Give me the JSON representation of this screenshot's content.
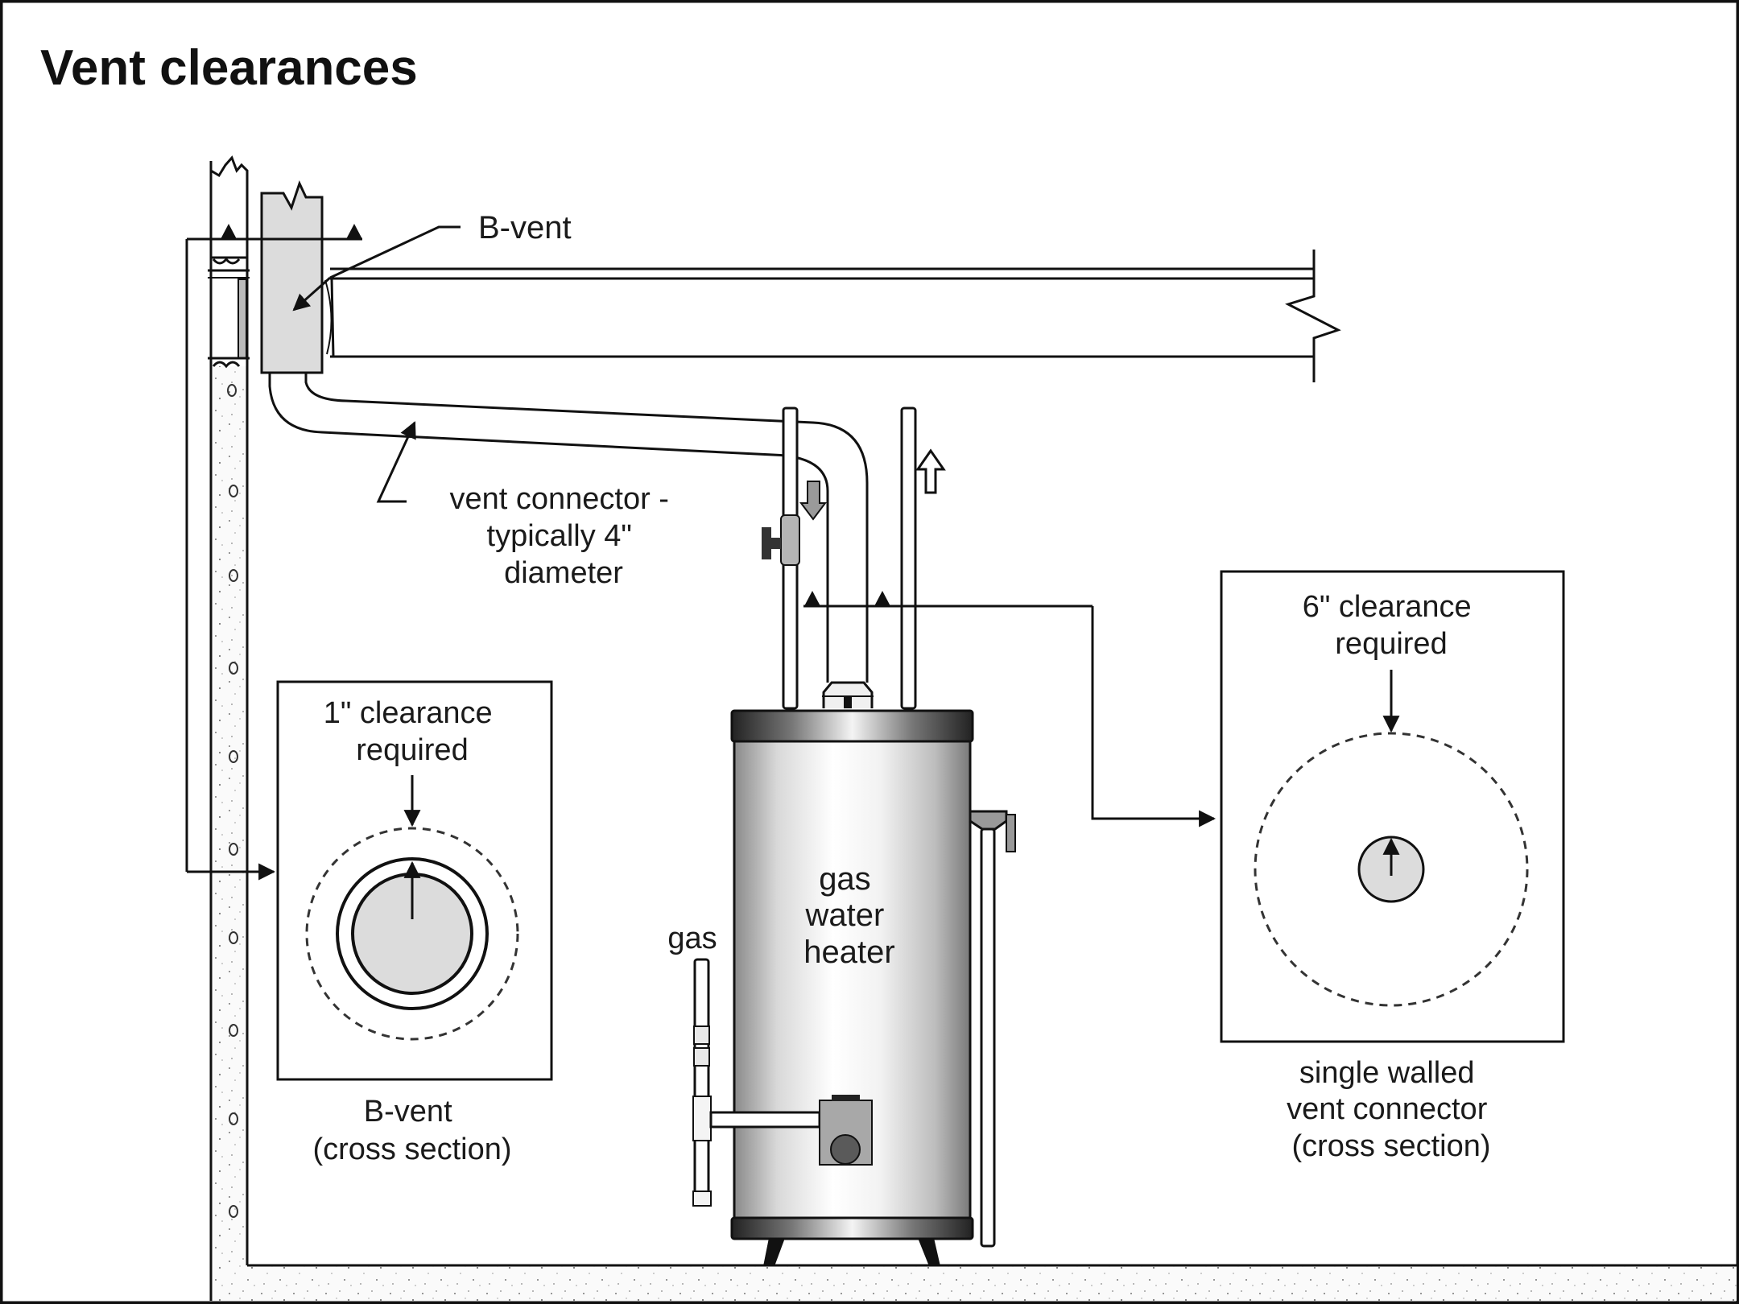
{
  "title": "Vent clearances",
  "labels": {
    "b_vent_callout": "B-vent",
    "vent_connector": [
      "vent connector -",
      "typically 4\"",
      "diameter"
    ],
    "heater": [
      "gas",
      "water",
      "heater"
    ],
    "gas_line": "gas"
  },
  "insets": [
    {
      "id": "b-vent-section",
      "clearance": [
        "1\" clearance",
        "required"
      ],
      "caption": [
        "B-vent",
        "(cross section)"
      ],
      "clearance_inches": 1
    },
    {
      "id": "single-wall-section",
      "clearance": [
        "6\" clearance",
        "required"
      ],
      "caption": [
        "single walled",
        "vent connector",
        "(cross section)"
      ],
      "clearance_inches": 6
    }
  ],
  "colors": {
    "line": "#111111",
    "vent_fill": "#dcdcdc",
    "background": "#ffffff",
    "tank_dark": "#6e6e6e",
    "tank_light": "#fbfbfb",
    "control_box": "#a8a8a8",
    "knob": "#5a5a5a"
  }
}
